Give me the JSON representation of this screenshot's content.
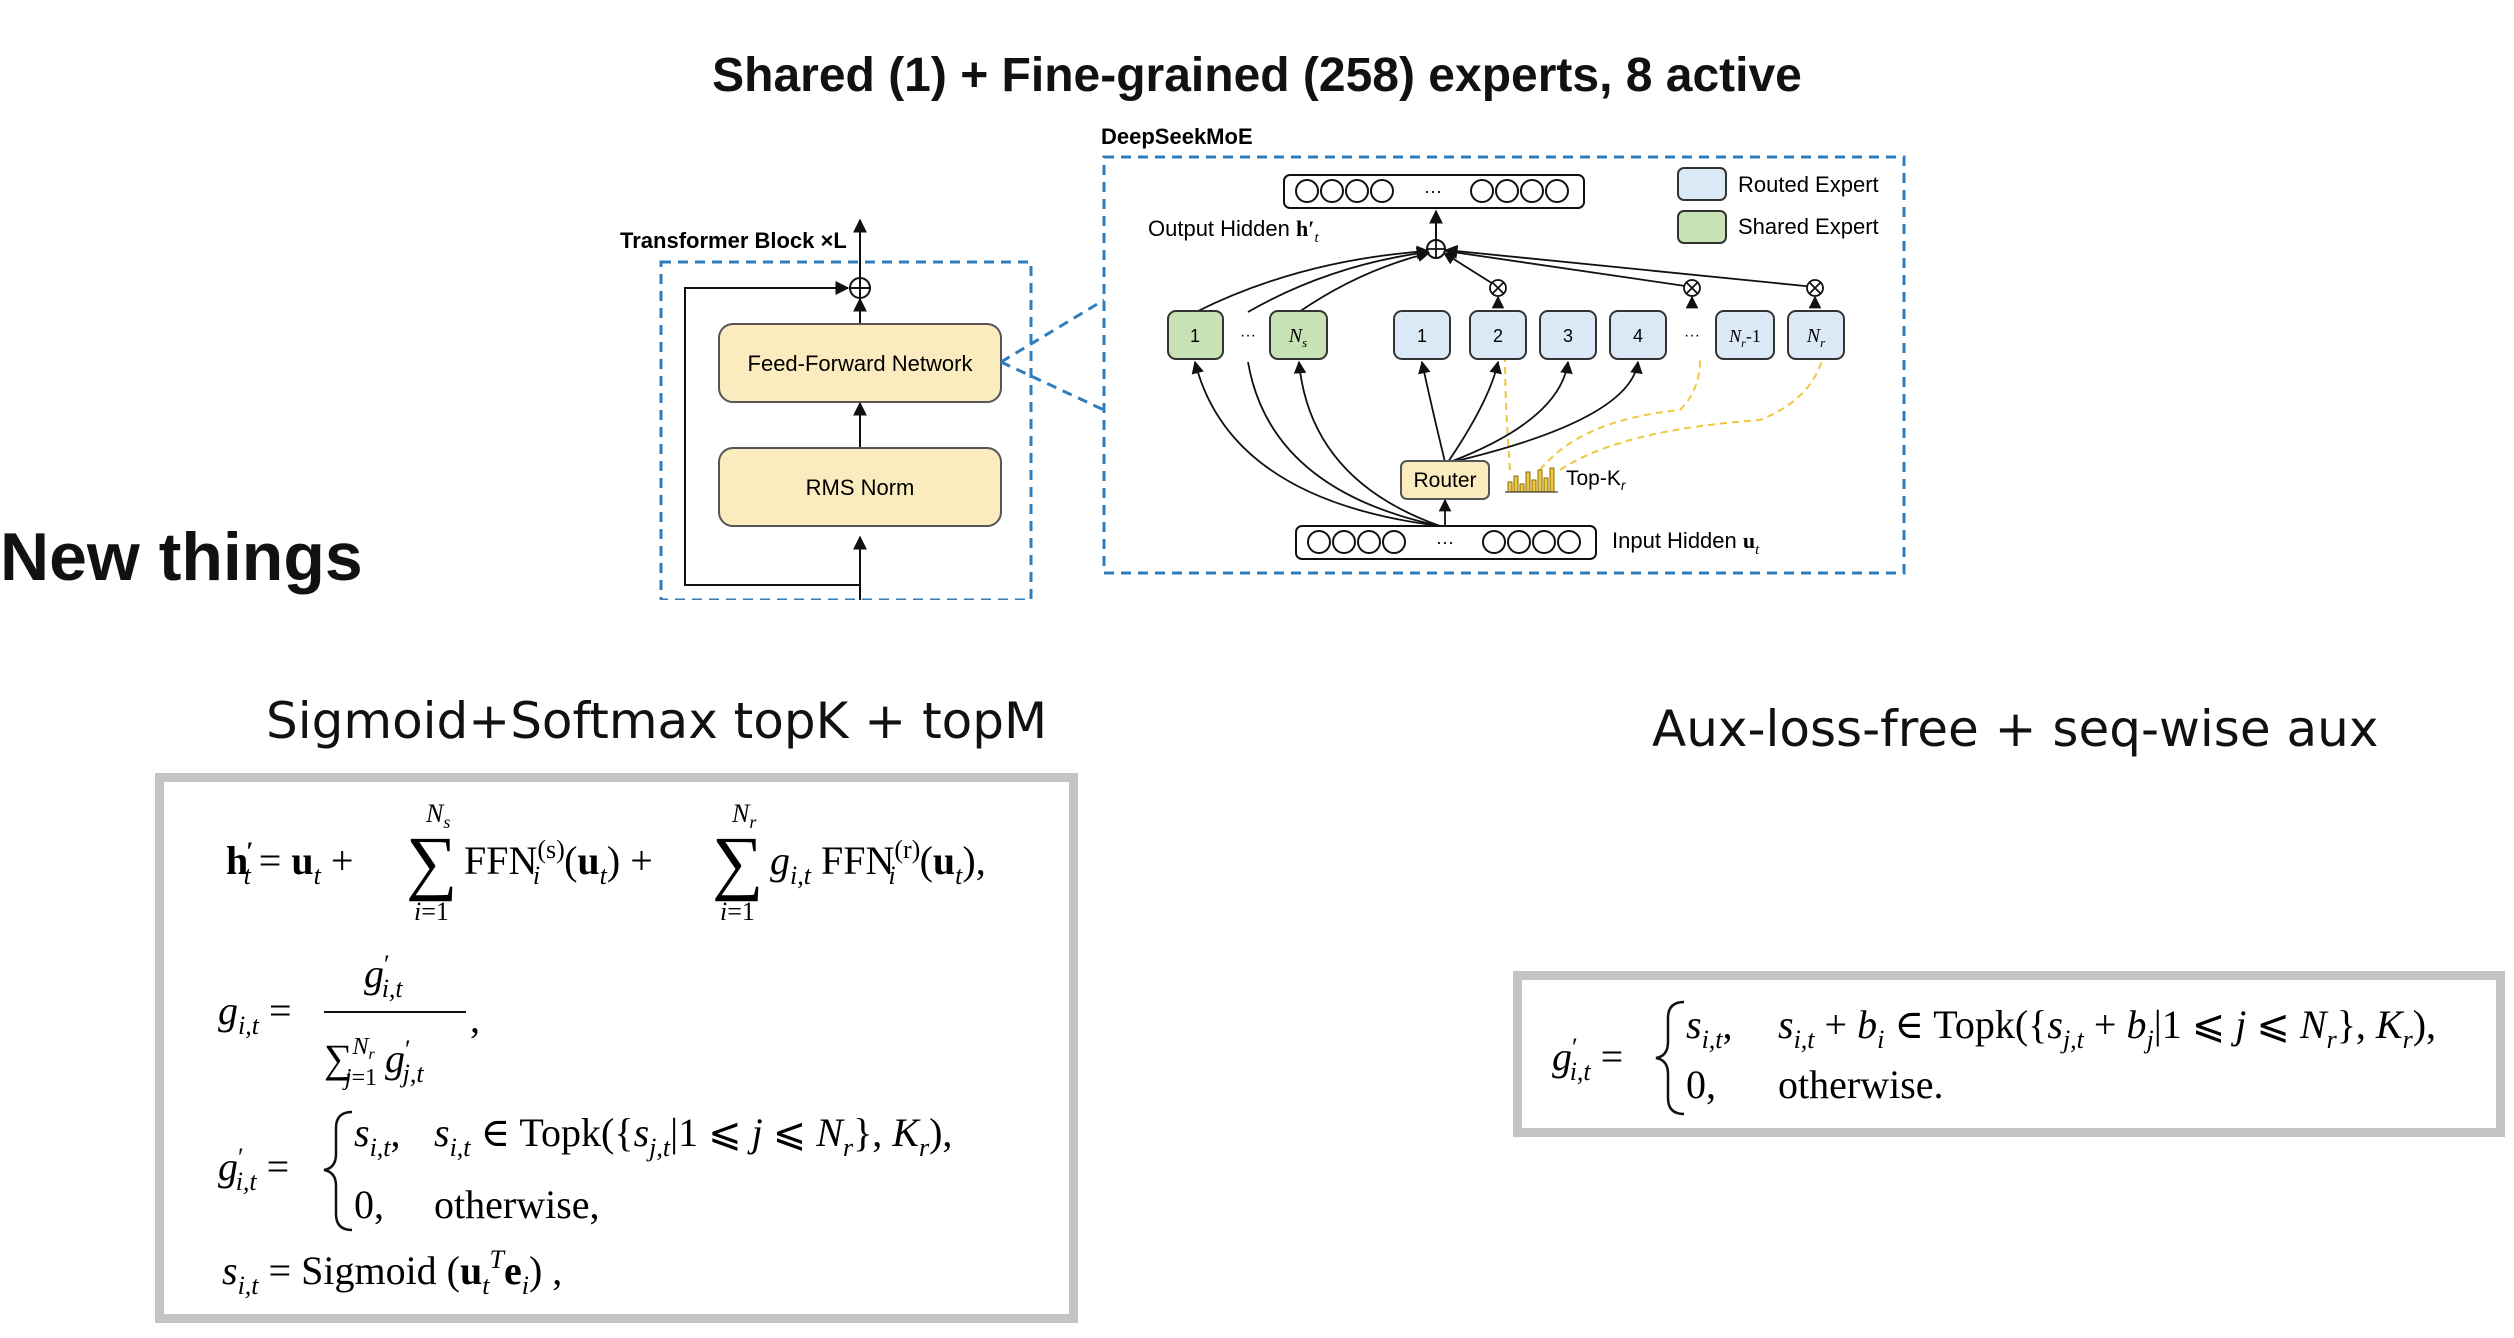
{
  "slide": {
    "title": "Shared (1) + Fine-grained (258) experts, 8 active",
    "section_heading": "New things",
    "left_caption": "Sigmoid+Softmax topK + topM",
    "right_caption": "Aux-loss-free + seq-wise aux"
  },
  "diagram": {
    "moe_title": "DeepSeekMoE",
    "transformer_label": "Transformer Block ×L",
    "ffn_label": "Feed-Forward Network",
    "rmsnorm_label": "RMS Norm",
    "output_hidden_label": "Output Hidden",
    "output_hidden_symbol": "h′",
    "output_hidden_sub": "t",
    "input_hidden_label": "Input Hidden",
    "input_hidden_symbol": "u",
    "input_hidden_sub": "t",
    "router_label": "Router",
    "topk_label": "Top-K",
    "topk_sub": "r",
    "legend": [
      {
        "label": "Routed Expert",
        "color": "#dbe9f7"
      },
      {
        "label": "Shared Expert",
        "color": "#c7e3b5"
      }
    ],
    "shared_experts": [
      "1",
      "N_s"
    ],
    "routed_experts": [
      "1",
      "2",
      "3",
      "4",
      "N_r-1",
      "N_r"
    ],
    "ellipsis": "···",
    "colors": {
      "dashed_border": "#2f7dbd",
      "ffn_fill": "#fbecbf",
      "ffn_stroke": "#555555",
      "routed_fill": "#dbe9f7",
      "shared_fill": "#c7e3b5",
      "gate_line": "#f0c840"
    }
  },
  "formulas": {
    "left": {
      "eq1_lhs": "h′",
      "eq1_rhs_pre": "= u",
      "ffn": "FFN",
      "sum_upper_s": "N",
      "sum_upper_r": "N",
      "sum_lower": "i=1",
      "shared_sup": "(s)",
      "routed_sup": "(r)",
      "eq2_lhs": "g",
      "eq3_case1": "s",
      "eq3_topk": "∈ Topk({s",
      "eq3_cond": "|1 ⩽ j ⩽ N",
      "eq3_k": "}, K",
      "eq3_case0": "0,",
      "eq3_otherwise": "otherwise,",
      "eq4_rhs": "= Sigmoid",
      "eq4_arg": "u"
    },
    "right": {
      "lhs": "g′",
      "case1_a": "s",
      "case1_b": "s",
      "case1_bias": "+ b",
      "case1_topk": "∈ Topk({s",
      "case1_bias_j": "+ b",
      "case1_cond": "|1 ⩽ j ⩽ N",
      "case1_k": "}, K",
      "case0": "0,",
      "otherwise": "otherwise."
    }
  }
}
